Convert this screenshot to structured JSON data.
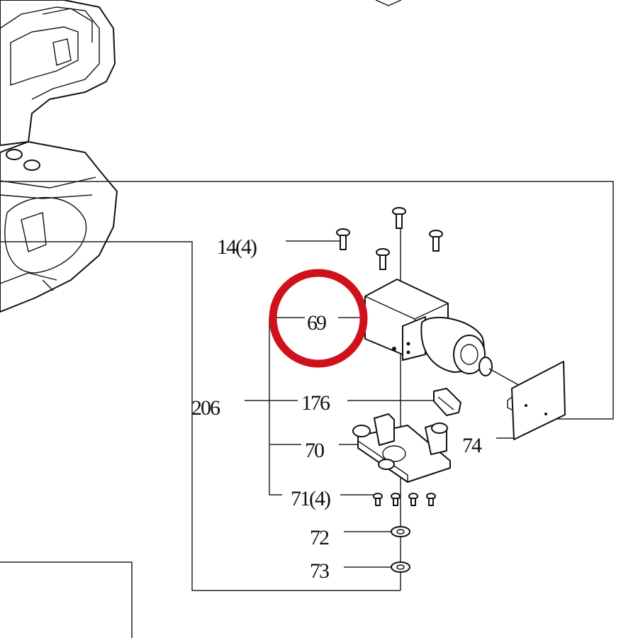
{
  "labels": {
    "l14": "14(4)",
    "l69": "69",
    "l206": "206",
    "l176": "176",
    "l70": "70",
    "l74": "74",
    "l71": "71(4)",
    "l72": "72",
    "l73": "73"
  },
  "highlight": {
    "target": "69",
    "color": "#d0111b"
  }
}
